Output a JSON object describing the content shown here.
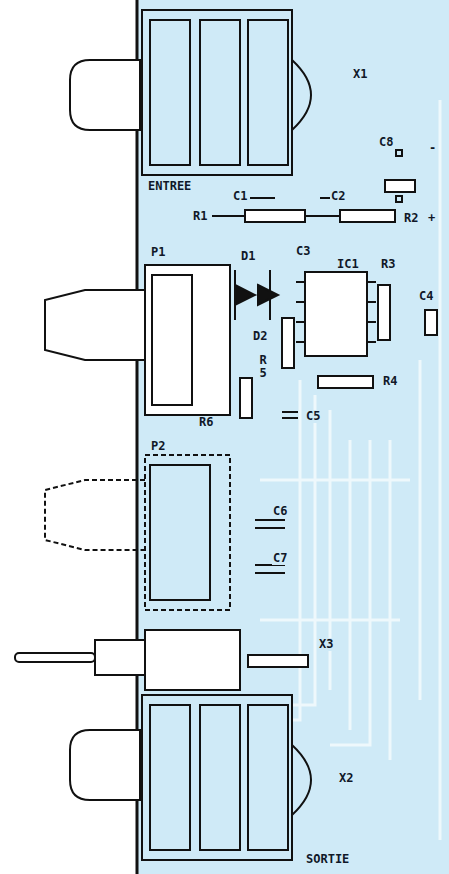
{
  "diagram": {
    "labels": [
      "X1",
      "C8",
      "-",
      "ENTREE",
      "C1",
      "C2",
      "R1",
      "R2",
      "+",
      "P1",
      "D1",
      "C3",
      "IC1",
      "R3",
      "C4",
      "D2",
      "R 5",
      "R4",
      "R6",
      "C5",
      "P2",
      "C6",
      "C7",
      "X3",
      "X2",
      "SORTIE"
    ]
  }
}
